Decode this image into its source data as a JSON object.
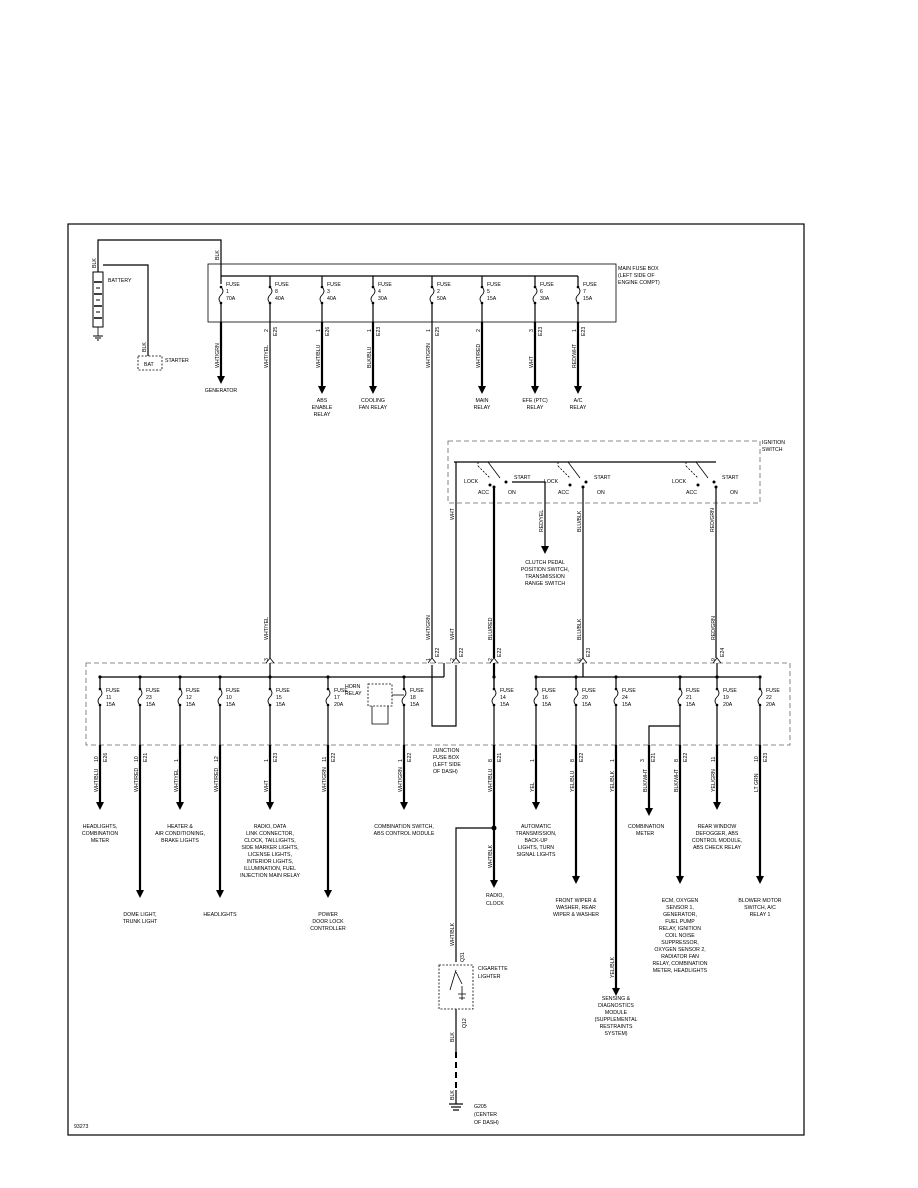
{
  "battery": {
    "label": "BATTERY",
    "wire": "BLK"
  },
  "starter": {
    "label": "STARTER",
    "terminal": "BAT",
    "wire": "BLK"
  },
  "main_box": {
    "lines": [
      "MAIN FUSE BOX",
      "(LEFT SIDE OF",
      "ENGINE COMPT)"
    ],
    "input_wire": "BLK",
    "fuses": [
      {
        "label": "FUSE",
        "num": "1",
        "amp": "70A",
        "pin": "",
        "conn": "",
        "wire": "WHT/GRN",
        "dest": [
          "GENERATOR"
        ]
      },
      {
        "label": "FUSE",
        "num": "8",
        "amp": "40A",
        "pin": "2",
        "conn": "E25",
        "wire": "WHT/YEL",
        "dest": []
      },
      {
        "label": "FUSE",
        "num": "3",
        "amp": "40A",
        "pin": "1",
        "conn": "E26",
        "wire": "WHT/BLU",
        "dest": [
          "ABS",
          "ENABLE",
          "RELAY"
        ]
      },
      {
        "label": "FUSE",
        "num": "4",
        "amp": "30A",
        "pin": "1",
        "conn": "E23",
        "wire": "BLK/BLU",
        "dest": [
          "COOLING",
          "FAN RELAY"
        ]
      },
      {
        "label": "FUSE",
        "num": "2",
        "amp": "50A",
        "pin": "1",
        "conn": "E25",
        "wire": "WHT/GRN",
        "dest": []
      },
      {
        "label": "FUSE",
        "num": "5",
        "amp": "15A",
        "pin": "2",
        "conn": "",
        "wire": "WHT/RED",
        "dest": [
          "MAIN",
          "RELAY"
        ]
      },
      {
        "label": "FUSE",
        "num": "6",
        "amp": "30A",
        "pin": "3",
        "conn": "E23",
        "wire": "WHT",
        "dest": [
          "EFE (PTC)",
          "RELAY"
        ]
      },
      {
        "label": "FUSE",
        "num": "7",
        "amp": "15A",
        "pin": "1",
        "conn": "E23",
        "wire": "RED/WHT",
        "dest": [
          "A/C",
          "RELAY"
        ]
      }
    ]
  },
  "ignition": {
    "lines": [
      "IGNITION",
      "SWITCH"
    ],
    "lock": "LOCK",
    "acc": "ACC",
    "on": "ON",
    "start": "START",
    "start_wire": "RED/YEL",
    "start_dest": [
      "CLUTCH PEDAL",
      "POSITION SWITCH,",
      "TRANSMISSION",
      "RANGE SWITCH"
    ],
    "on2_wire": "BLU/BLK",
    "on3_wire": "RED/GRN",
    "input_wire": "WHT"
  },
  "junction_box": {
    "lines": [
      "JUNCTION",
      "FUSE BOX",
      "(LEFT SIDE",
      "OF DASH)"
    ],
    "horn_relay": [
      "HORN",
      "RELAY"
    ],
    "in_wires": [
      {
        "wire": "WHT/YEL",
        "pin": "3",
        "conn": ""
      },
      {
        "wire": "WHT/GRN",
        "pin": "1",
        "conn": "E22"
      },
      {
        "wire": "WHT",
        "pin": "2",
        "conn": "E22"
      },
      {
        "wire": "BLU/RED",
        "pin": "2",
        "conn": "E22"
      },
      {
        "wire": "BLU/BLK",
        "pin": "6",
        "conn": "E23"
      },
      {
        "wire": "RED/GRN",
        "pin": "9",
        "conn": "E24"
      }
    ],
    "fuses": [
      {
        "label": "FUSE",
        "num": "11",
        "amp": "15A",
        "pin": "10",
        "conn": "E26",
        "wire": "WHT/BLU",
        "dest": [
          "HEADLIGHTS,",
          "COMBINATION",
          "METER"
        ]
      },
      {
        "label": "FUSE",
        "num": "23",
        "amp": "15A",
        "pin": "10",
        "conn": "E21",
        "wire": "WHT/RED",
        "dest": [
          "DOME LIGHT,",
          "TRUNK LIGHT"
        ]
      },
      {
        "label": "FUSE",
        "num": "12",
        "amp": "15A",
        "pin": "1",
        "conn": "",
        "wire": "WHT/YEL",
        "dest": [
          "HEATER &",
          "AIR CONDITIONING,",
          "BRAKE LIGHTS"
        ]
      },
      {
        "label": "FUSE",
        "num": "10",
        "amp": "15A",
        "pin": "12",
        "conn": "",
        "wire": "WHT/RED",
        "dest": [
          "HEADLIGHTS"
        ]
      },
      {
        "label": "FUSE",
        "num": "15",
        "amp": "15A",
        "pin": "1",
        "conn": "E23",
        "wire": "WHT",
        "dest": [
          "RADIO, DATA",
          "LINK CONNECTOR,",
          "CLOCK, TAILLIGHTS,",
          "SIDE MARKER LIGHTS,",
          "LICENSE LIGHTS,",
          "INTERIOR LIGHTS,",
          "ILLUMINATION, FUEL",
          "INJECTION MAIN RELAY"
        ]
      },
      {
        "label": "FUSE",
        "num": "17",
        "amp": "20A",
        "pin": "11",
        "conn": "E22",
        "wire": "WHT/GRN",
        "dest": [
          "POWER",
          "DOOR LOCK",
          "CONTROLLER"
        ]
      },
      {
        "label": "FUSE",
        "num": "18",
        "amp": "15A",
        "pin": "1",
        "conn": "E22",
        "wire": "WHT/GRN",
        "dest": [
          "COMBINATION SWITCH,",
          "ABS CONTROL MODULE"
        ]
      },
      {
        "label": "FUSE",
        "num": "14",
        "amp": "15A",
        "pin": "8",
        "conn": "E21",
        "wire": "WHT/BLU",
        "dest": []
      },
      {
        "label": "FUSE",
        "num": "16",
        "amp": "15A",
        "pin": "1",
        "conn": "",
        "wire": "YEL",
        "dest": [
          "AUTOMATIC",
          "TRANSMISSION,",
          "BACK-UP",
          "LIGHTS, TURN",
          "SIGNAL LIGHTS"
        ]
      },
      {
        "label": "FUSE",
        "num": "20",
        "amp": "15A",
        "pin": "8",
        "conn": "E22",
        "wire": "YEL/BLU",
        "dest": [
          "FRONT WIPER &",
          "WASHER, REAR",
          "WIPER & WASHER"
        ]
      },
      {
        "label": "FUSE",
        "num": "24",
        "amp": "15A",
        "pin": "1",
        "conn": "",
        "wire": "YEL/BLK",
        "dest": []
      },
      {
        "label": "FUSE",
        "num": "21",
        "amp": "15A",
        "pin": "8",
        "conn": "E22",
        "wire": "BLK/WHT",
        "dest": [
          "ECM, OXYGEN",
          "SENSOR 1,",
          "GENERATOR,",
          "FUEL PUMP",
          "RELAY, IGNITION",
          "COIL NOISE",
          "SUPPRESSOR,",
          "OXYGEN SENSOR 2,",
          "RADIATOR FAN",
          "RELAY, COMBINATION",
          "METER, HEADLIGHTS"
        ]
      },
      {
        "label": "FUSE",
        "num": "19",
        "amp": "20A",
        "pin": "11",
        "conn": "",
        "wire": "YEL/GRN",
        "dest": [
          "REAR WINDOW",
          "DEFOGGER, ABS",
          "CONTROL MODULE,",
          "ABS CHECK RELAY"
        ]
      },
      {
        "label": "FUSE",
        "num": "22",
        "amp": "20A",
        "pin": "10",
        "conn": "E23",
        "wire": "LT GRN",
        "dest": [
          "BLOWER MOTOR",
          "SWITCH, A/C",
          "RELAY 1"
        ]
      }
    ],
    "combo_meter": {
      "wire": "BLK/WHT",
      "pin": "3",
      "conn": "E21",
      "dest": [
        "COMBINATION",
        "METER"
      ]
    }
  },
  "radio": {
    "wire": "WHT/BLK",
    "dest": [
      "RADIO,",
      "CLOCK"
    ]
  },
  "lighter": {
    "label": [
      "CIGARETTE",
      "LIGHTER"
    ],
    "in_wire": "WHT/BLK",
    "in_conn": "Q31",
    "out_wire": "BLK",
    "out_conn": "Q12",
    "ground_wire": "BLK",
    "ground": [
      "G205",
      "(CENTER",
      "OF DASH)"
    ]
  },
  "sdm": {
    "wire": "YEL/BLK",
    "dest": [
      "SENSING &",
      "DIAGNOSTICS",
      "MODULE",
      "(SUPPLEMENTAL",
      "RESTRAINTS",
      "SYSTEM)"
    ]
  },
  "figure_id": "93273"
}
